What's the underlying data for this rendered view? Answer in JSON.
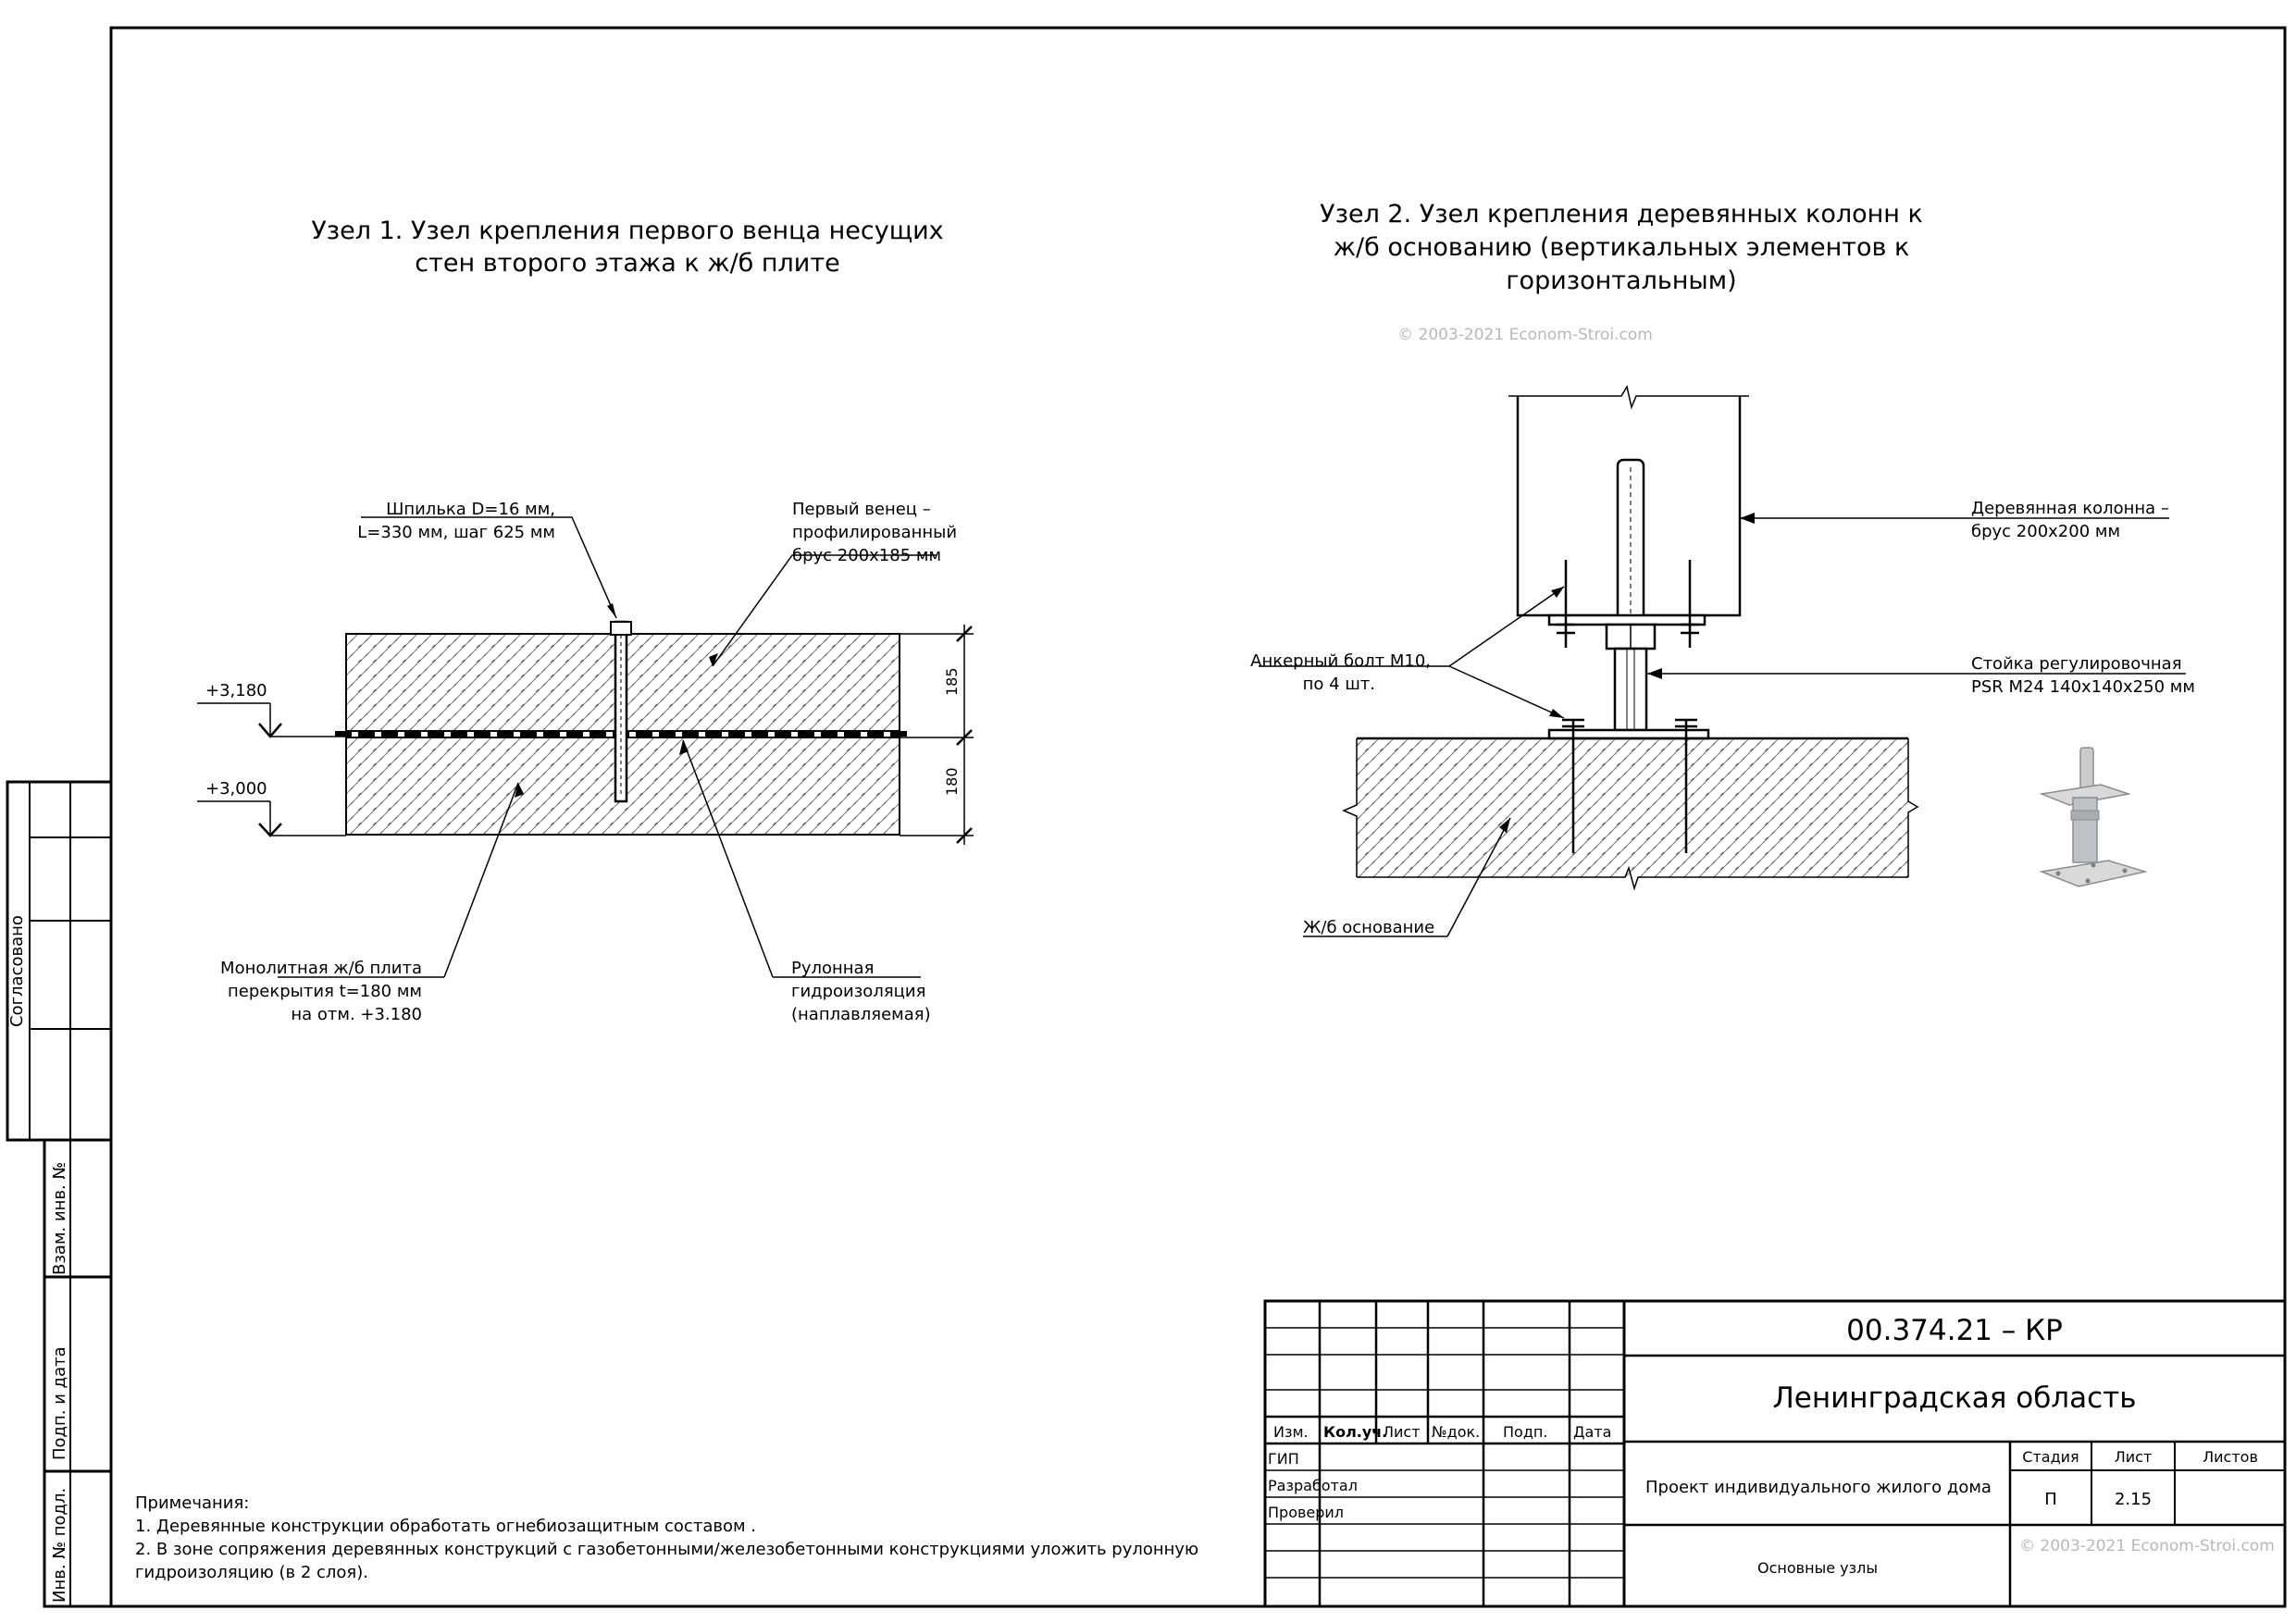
{
  "node1": {
    "title": [
      "Узел 1. Узел крепления первого венца несущих",
      "стен второго этажа к ж/б плите"
    ],
    "stud": [
      "Шпилька D=16 мм,",
      "L=330 мм, шаг 625 мм"
    ],
    "first_crown": [
      "Первый венец –",
      "профилированный",
      "брус 200х185 мм"
    ],
    "level_top": "+3,180",
    "level_bottom": "+3,000",
    "dim_top": "185",
    "dim_bottom": "180",
    "slab": [
      "Монолитная ж/б плита",
      "перекрытия t=180 мм",
      "на отм. +3.180"
    ],
    "waterproofing": [
      "Рулонная",
      "гидроизоляция",
      "(наплавляемая)"
    ]
  },
  "node2": {
    "title": [
      "Узел 2. Узел крепления деревянных колонн к",
      "ж/б основанию (вертикальных элементов к",
      "горизонтальным)"
    ],
    "column": [
      "Деревянная колонна –",
      "брус 200х200 мм"
    ],
    "anchor": [
      "Анкерный болт М10,",
      "по 4 шт."
    ],
    "support": [
      "Стойка регулировочная",
      "PSR M24 140х140х250 мм"
    ],
    "base": "Ж/б основание"
  },
  "watermark": "© 2003-2021 Econom-Stroi.com",
  "notes": {
    "heading": "Примечания:",
    "items": [
      "1. Деревянные конструкции обработать огнебиозащитным составом .",
      "2. В зоне сопряжения деревянных конструкций с газобетонными/железобетонными конструкциями уложить рулонную",
      "гидроизоляцию (в 2 слоя)."
    ]
  },
  "left_stamp": {
    "agreed": "Согласовано",
    "vzam": "Взам. инв. №",
    "podp": "Подп. и дата",
    "inv": "Инв. № подл."
  },
  "title_block": {
    "code": "00.374.21 – КР",
    "region": "Ленинградская область",
    "project": "Проект индивидуального жилого дома",
    "sheet_name": "Основные узлы",
    "col_izm": "Изм.",
    "col_kol": "Кол.уч.",
    "col_list": "Лист",
    "col_ndok": "№док.",
    "col_podp": "Подп.",
    "col_data": "Дата",
    "gip": "ГИП",
    "razrab": "Разработал",
    "proveril": "Проверил",
    "h_stage": "Стадия",
    "h_sheet": "Лист",
    "h_sheets": "Листов",
    "stage": "П",
    "sheet": "2.15",
    "sheets": "",
    "watermark": "© 2003-2021 Econom-Stroi.com"
  }
}
